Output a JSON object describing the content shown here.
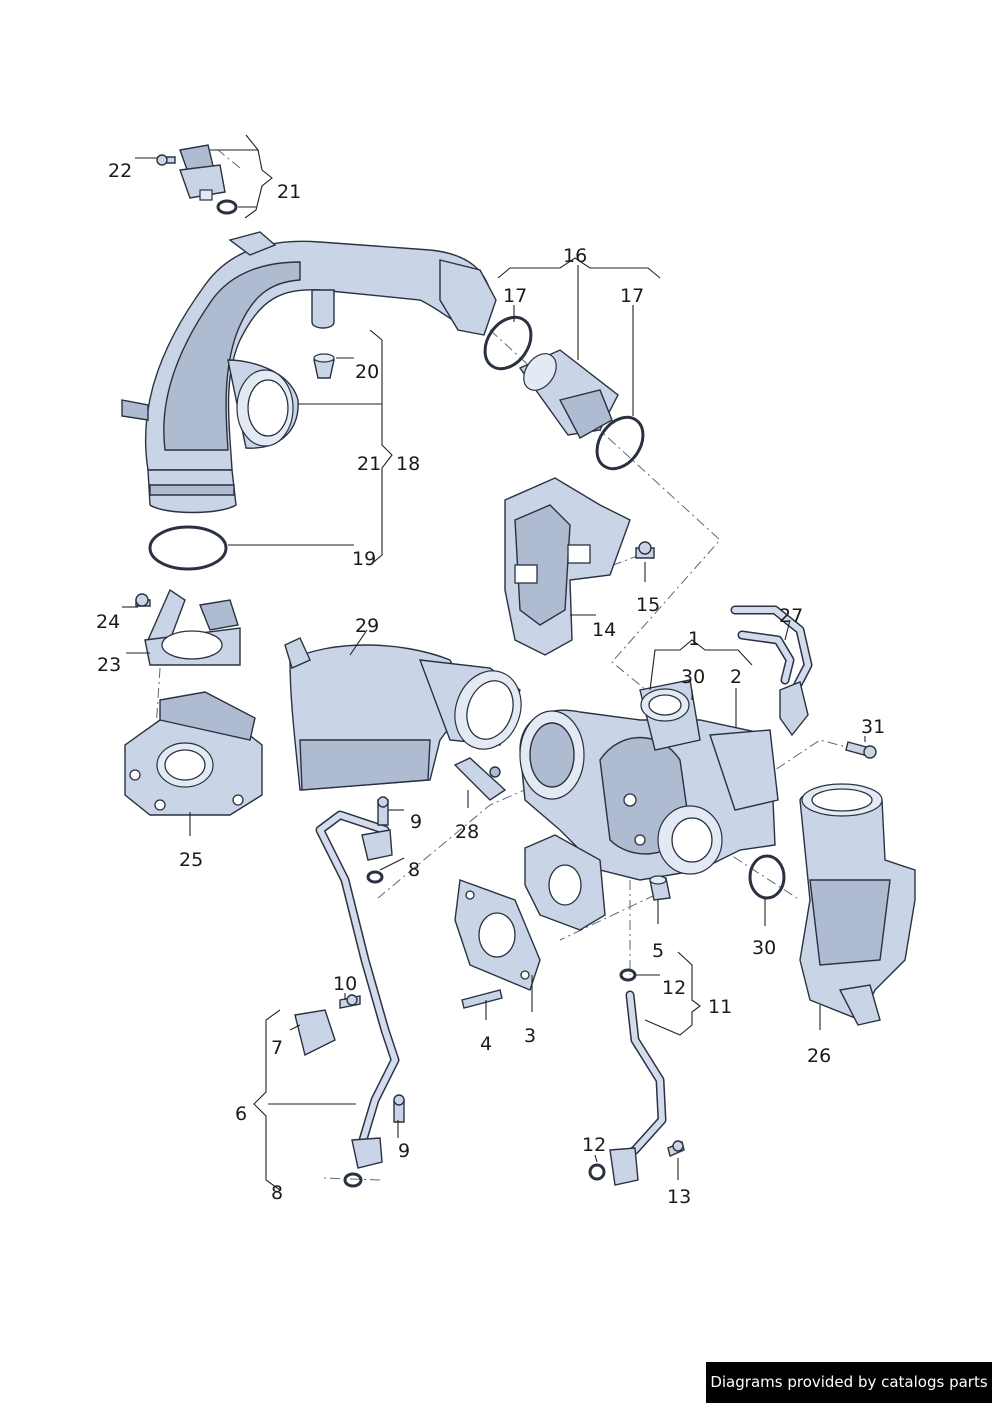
{
  "callouts": {
    "c22": "22",
    "c21a": "21",
    "c16": "16",
    "c17a": "17",
    "c17b": "17",
    "c20": "20",
    "c21b": "21",
    "c18": "18",
    "c19": "19",
    "c15": "15",
    "c24": "24",
    "c23": "23",
    "c29": "29",
    "c14": "14",
    "c27": "27",
    "c1": "1",
    "c30a": "30",
    "c2": "2",
    "c31": "31",
    "c25": "25",
    "c9a": "9",
    "c28": "28",
    "c8a": "8",
    "c5": "5",
    "c30b": "30",
    "c12a": "12",
    "c10": "10",
    "c11": "11",
    "c7": "7",
    "c4": "4",
    "c3": "3",
    "c26": "26",
    "c6": "6",
    "c9b": "9",
    "c12b": "12",
    "c8b": "8",
    "c13": "13"
  },
  "footer": {
    "credit": "Diagrams provided by catalogs parts"
  },
  "colors": {
    "part_fill": "#c9d4e6",
    "part_shadow": "#aebbd1",
    "line": "#2a3140",
    "footer_bg": "#000000"
  }
}
